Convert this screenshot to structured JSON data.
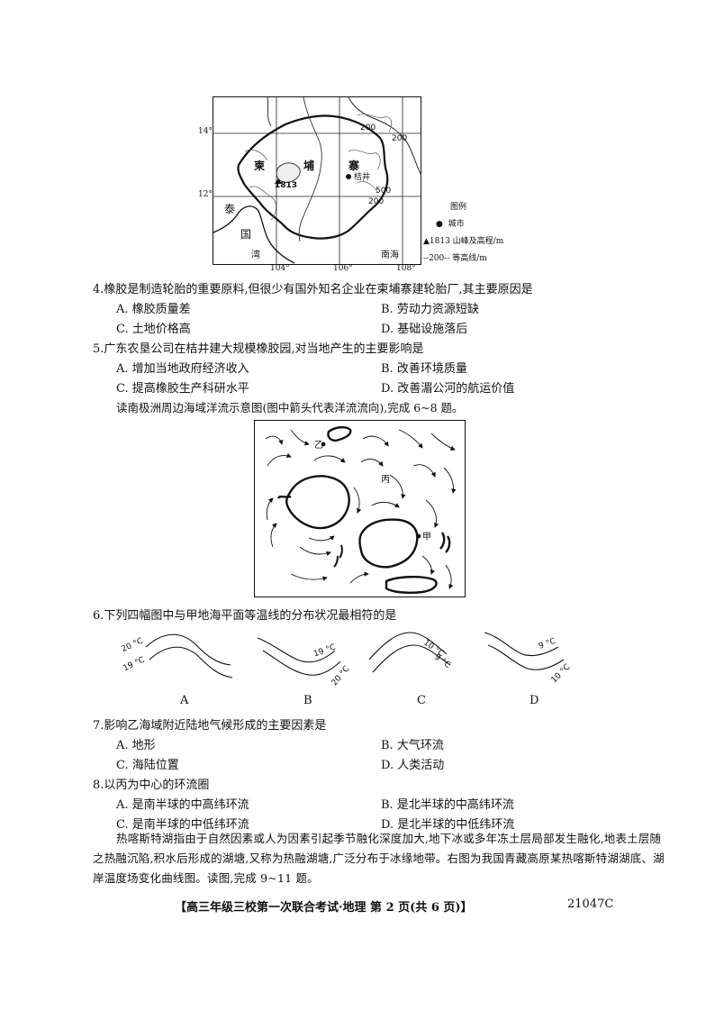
{
  "map1": {
    "lat_labels": [
      "14°",
      "12°"
    ],
    "lon_labels": [
      "104°",
      "106°",
      "108°"
    ],
    "country": [
      "柬",
      "埔",
      "寨"
    ],
    "thailand": [
      "泰",
      "国"
    ],
    "gulf": "湾",
    "south_sea": "南海",
    "city": "桔井",
    "peak": "1813",
    "contour_labels": [
      "200",
      "200",
      "500",
      "200"
    ],
    "legend": {
      "title": "图例",
      "city": "城市",
      "peak": "▲1813  山峰及高程/m",
      "contour": "--200-- 等高线/m"
    }
  },
  "q4": {
    "stem": "4.橡胶是制造轮胎的重要原料,但很少有国外知名企业在柬埔寨建轮胎厂,其主要原因是",
    "A": "A. 橡胶质量差",
    "B": "B. 劳动力资源短缺",
    "C": "C. 土地价格高",
    "D": "D. 基础设施落后"
  },
  "q5": {
    "stem": "5.广东农垦公司在桔井建大规模橡胶园,对当地产生的主要影响是",
    "A": "A. 增加当地政府经济收入",
    "B": "B. 改善环境质量",
    "C": "C. 提高橡胶生产科研水平",
    "D": "D. 改善湄公河的航运价值"
  },
  "intro2": "读南极洲周边海域洋流示意图(图中箭头代表洋流流向),完成 6~8 题。",
  "map2": {
    "yi": "乙",
    "bing": "丙",
    "jia": "甲"
  },
  "q6": {
    "stem": "6.下列四幅图中与甲地海平面等温线的分布状况最相符的是",
    "A": {
      "l1": "20 °C",
      "l2": "19 °C",
      "letter": "A"
    },
    "B": {
      "l1": "19 °C",
      "l2": "20 °C",
      "letter": "B"
    },
    "C": {
      "l1": "10 °C",
      "l2": "9 °C",
      "letter": "C"
    },
    "D": {
      "l1": "9 °C",
      "l2": "10 °C",
      "letter": "D"
    }
  },
  "q7": {
    "stem": "7.影响乙海域附近陆地气候形成的主要因素是",
    "A": "A. 地形",
    "B": "B. 大气环流",
    "C": "C. 海陆位置",
    "D": "D. 人类活动"
  },
  "q8": {
    "stem": "8.以丙为中心的环流圈",
    "A": "A. 是南半球的中高纬环流",
    "B": "B. 是北半球的中高纬环流",
    "C": "C. 是南半球的中低纬环流",
    "D": "D. 是北半球的中低纬环流"
  },
  "intro3": "热喀斯特湖指由于自然因素或人为因素引起季节融化深度加大,地下冰或多年冻土层局部发生融化,地表土层随之热融沉陷,积水后形成的湖塘,又称为热融湖塘,广泛分布于冰缘地带。右图为我国青藏高原某热喀斯特湖湖底、湖岸温度场变化曲线图。读图,完成 9~11 题。",
  "footer": {
    "text": "【高三年级三校第一次联合考试·地理   第 2 页(共 6 页)】",
    "code": "21047C"
  }
}
